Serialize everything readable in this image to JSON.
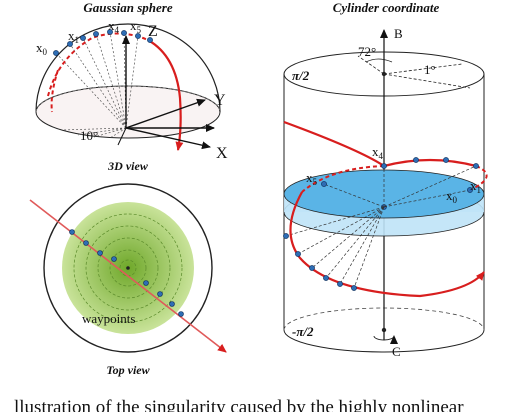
{
  "panels": {
    "gaussian_sphere": {
      "title": "Gaussian sphere",
      "view_label": "3D view",
      "axes": {
        "z": "Z",
        "y": "Y",
        "x": "X"
      },
      "points": [
        {
          "main": "x",
          "sub": "0"
        },
        {
          "main": "x",
          "sub": "1"
        },
        {
          "main": "x",
          "sub": "4"
        },
        {
          "main": "x",
          "sub": "5"
        }
      ],
      "angle_label": "10°"
    },
    "top_view": {
      "view_label": "Top view",
      "annotation": "waypoints"
    },
    "cylinder": {
      "title": "Cylinder coordinate",
      "axis_top": "B",
      "axis_bottom": "C",
      "angle_top": "72°",
      "angle_step": "1°",
      "top_bound": "π/2",
      "bottom_bound": "-π/2",
      "points": [
        {
          "main": "x",
          "sub": "4"
        },
        {
          "main": "x",
          "sub": "5"
        },
        {
          "main": "x",
          "sub": "1"
        },
        {
          "main": "x",
          "sub": "0"
        }
      ]
    }
  },
  "colors": {
    "trajectory": "#d81e1e",
    "waypoint": "#2e6db4",
    "top_view_green": "#8cbf3f",
    "cylinder_disk": "#5ab4e6"
  },
  "caption": "llustration of the singularity caused by the highly nonlinear"
}
